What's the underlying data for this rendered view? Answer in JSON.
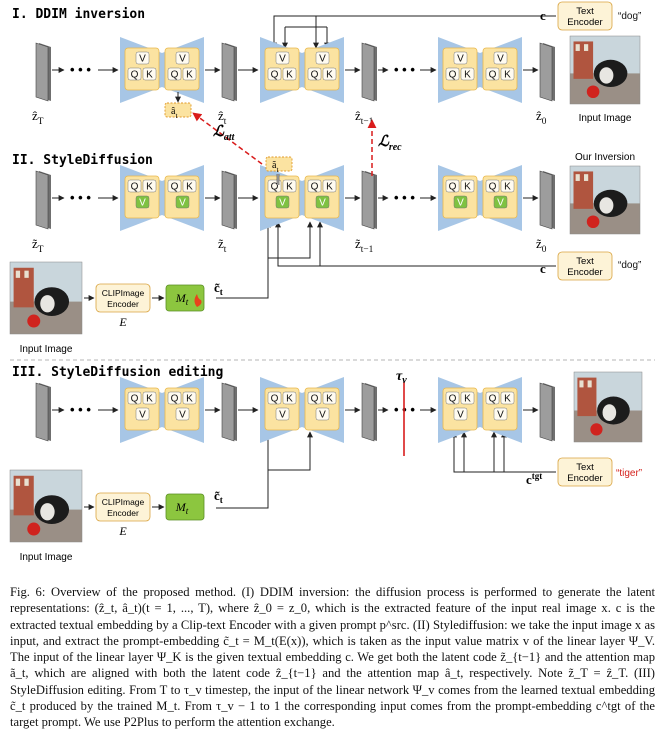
{
  "sections": {
    "s1": "I.   DDIM inversion",
    "s2": "II.  StyleDiffusion",
    "s3": "III. StyleDiffusion editing"
  },
  "latent_labels": {
    "zT": "ẑ_T",
    "zt": "ẑ_t",
    "ztm1": "ẑ_{t−1}",
    "z0": "ẑ_0",
    "tzT": "z̃_T",
    "tzt": "z̃_t",
    "tztm1": "z̃_{t−1}",
    "tz0": "z̃_0"
  },
  "dots": "• • •",
  "attention_letters": {
    "v": "V",
    "q": "Q",
    "k": "K"
  },
  "attention_maps": {
    "hat": "â_t",
    "tilde": "ã_t"
  },
  "losses": {
    "att": "ℒ_att",
    "rec": "ℒ_rec"
  },
  "text_encoder_label": "Text Encoder",
  "prompts": {
    "src": "“dog”",
    "tgt": "“tiger”"
  },
  "prompt_colors": {
    "src": "#111111",
    "tgt": "#d4201c"
  },
  "conditions": {
    "c": "c",
    "tilde_c": "c̃_t",
    "c_tgt": "c^tgt"
  },
  "clip_encoder_label": "CLIPImage Encoder",
  "E_label": "E",
  "mapping_net_label": "M_t",
  "tau_label": "τ_v",
  "image_labels": {
    "input": "Input Image",
    "inversion": "Our Inversion"
  },
  "colors": {
    "unet_blue": "#a7c6e6",
    "attn_yellow": "#fbe3a1",
    "attn_border": "#e9b84c",
    "cell_bg": "#fffbf0",
    "v_green": "#7fc241",
    "loss_red": "#d91c1c",
    "mapping_green": "#8cc63f",
    "encoder_bg": "#fdf3d7"
  },
  "caption": "Fig. 6: Overview of the proposed method. (I) DDIM inversion: the diffusion process is performed to generate the latent representations: (ẑ_t, â_t)(t = 1, ..., T), where ẑ_0 = z_0, which is the extracted feature of the input real image x. c is the extracted textual embedding by a Clip-text Encoder with a given prompt p^src. (II) Stylediffusion: we take the input image x as input, and extract the prompt-embedding c̃_t = M_t(E(x)), which is taken as the input value matrix v of the linear layer Ψ_V. The input of the linear layer Ψ_K is the given textual embedding c. We get both the latent code z̃_{t−1} and the attention map ã_t, which are aligned with both the latent code ẑ_{t−1} and the attention map â_t, respectively. Note z̃_T = ẑ_T. (III) StyleDiffusion editing. From T to τ_v timestep, the input of the linear network Ψ_v comes from the learned textual embedding c̃_t produced by the trained M_t. From τ_v − 1 to 1 the corresponding input comes from the prompt-embedding c^tgt of the target prompt. We use P2Plus to perform the attention exchange."
}
